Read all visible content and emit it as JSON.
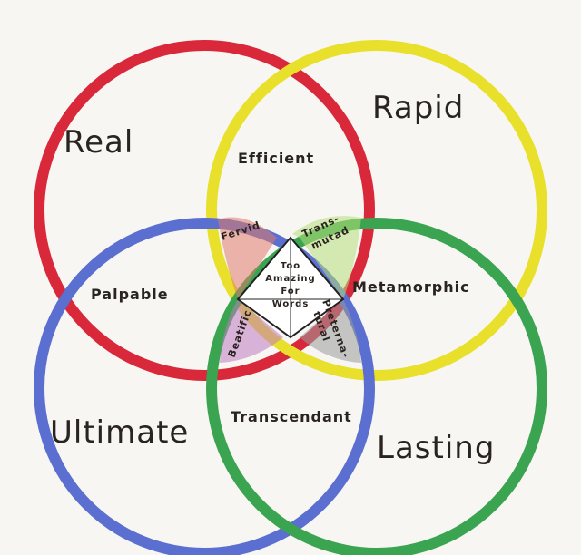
{
  "circles": [
    {
      "id": "red",
      "label": "Real",
      "color": "#d8283a"
    },
    {
      "id": "yellow",
      "label": "Rapid",
      "color": "#e8e02a"
    },
    {
      "id": "blue",
      "label": "Ultimate",
      "color": "#5a6fcf"
    },
    {
      "id": "green",
      "label": "Lasting",
      "color": "#3aa451"
    }
  ],
  "overlaps": {
    "top": "Efficient",
    "left": "Palpable",
    "right": "Metamorphic",
    "bottom": "Transcendant",
    "upper_left_small": "Fervid",
    "upper_right_small_1": "Trans-",
    "upper_right_small_2": "mutad",
    "lower_left_small": "Beatific",
    "lower_right_small_1": "Preterna-",
    "lower_right_small_2": "tural",
    "center_1": "Too",
    "center_2": "Amazing",
    "center_3": "For",
    "center_4": "Words"
  },
  "region_colors": {
    "top": "#e8782a",
    "left": "#c15fc7",
    "right": "#a6d22a",
    "bottom": "#444444",
    "upper_left": "#e07a6a",
    "upper_right": "#b8de7a",
    "lower_left": "#c07ac0",
    "lower_right": "#9a9a9a"
  }
}
